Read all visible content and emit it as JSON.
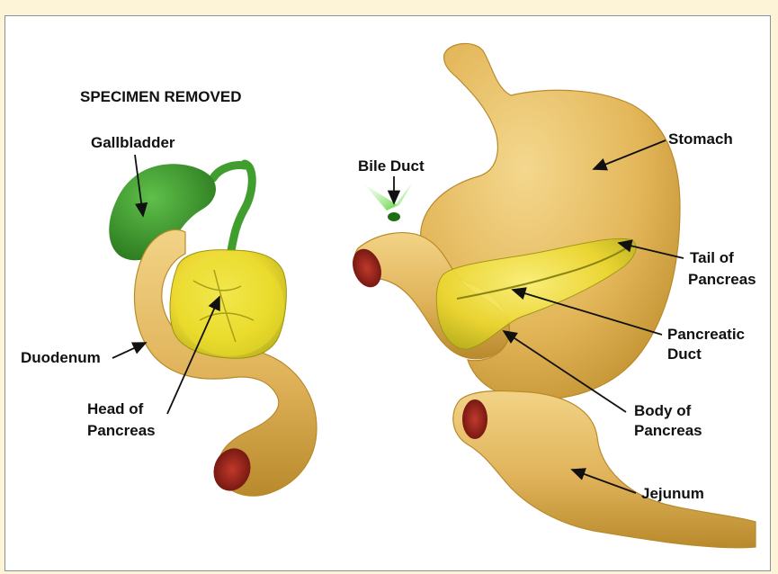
{
  "title": "SPECIMEN REMOVED",
  "labels": {
    "gallbladder": "Gallbladder",
    "duodenum": "Duodenum",
    "head_of_pancreas_1": "Head of",
    "head_of_pancreas_2": "Pancreas",
    "bile_duct": "Bile Duct",
    "stomach": "Stomach",
    "tail_of_pancreas_1": "Tail of",
    "tail_of_pancreas_2": "Pancreas",
    "pancreatic_duct_1": "Pancreatic",
    "pancreatic_duct_2": "Duct",
    "body_of_pancreas_1": "Body of",
    "body_of_pancreas_2": "Pancreas",
    "jejunum": "Jejunum"
  },
  "colors": {
    "background": "#fdf3d6",
    "frame_border": "#8a8f9c",
    "intestine": "#e3b659",
    "intestine_shade": "#b98a2c",
    "pancreas": "#f2e03a",
    "pancreas_shade": "#b7b01c",
    "gallbladder": "#3f9e2e",
    "lumen": "#8e1c16"
  }
}
